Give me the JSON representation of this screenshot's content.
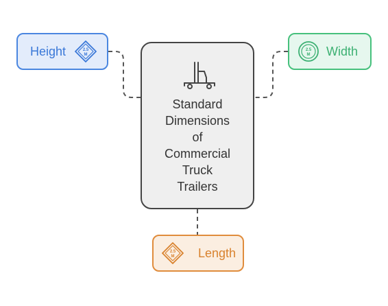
{
  "center": {
    "title_lines": [
      "Standard",
      "Dimensions",
      "of",
      "Commercial",
      "Truck",
      "Trailers"
    ],
    "icon": "truck-icon"
  },
  "nodes": {
    "height": {
      "label": "Height",
      "icon": "dimension-icon",
      "color": "#4a86e0",
      "fill": "#e3ecfb"
    },
    "width": {
      "label": "Width",
      "icon": "dimension-icon",
      "color": "#46c07c",
      "fill": "#e6f7ee"
    },
    "length": {
      "label": "Length",
      "icon": "dimension-icon",
      "color": "#e08c3c",
      "fill": "#fbeee1"
    }
  }
}
